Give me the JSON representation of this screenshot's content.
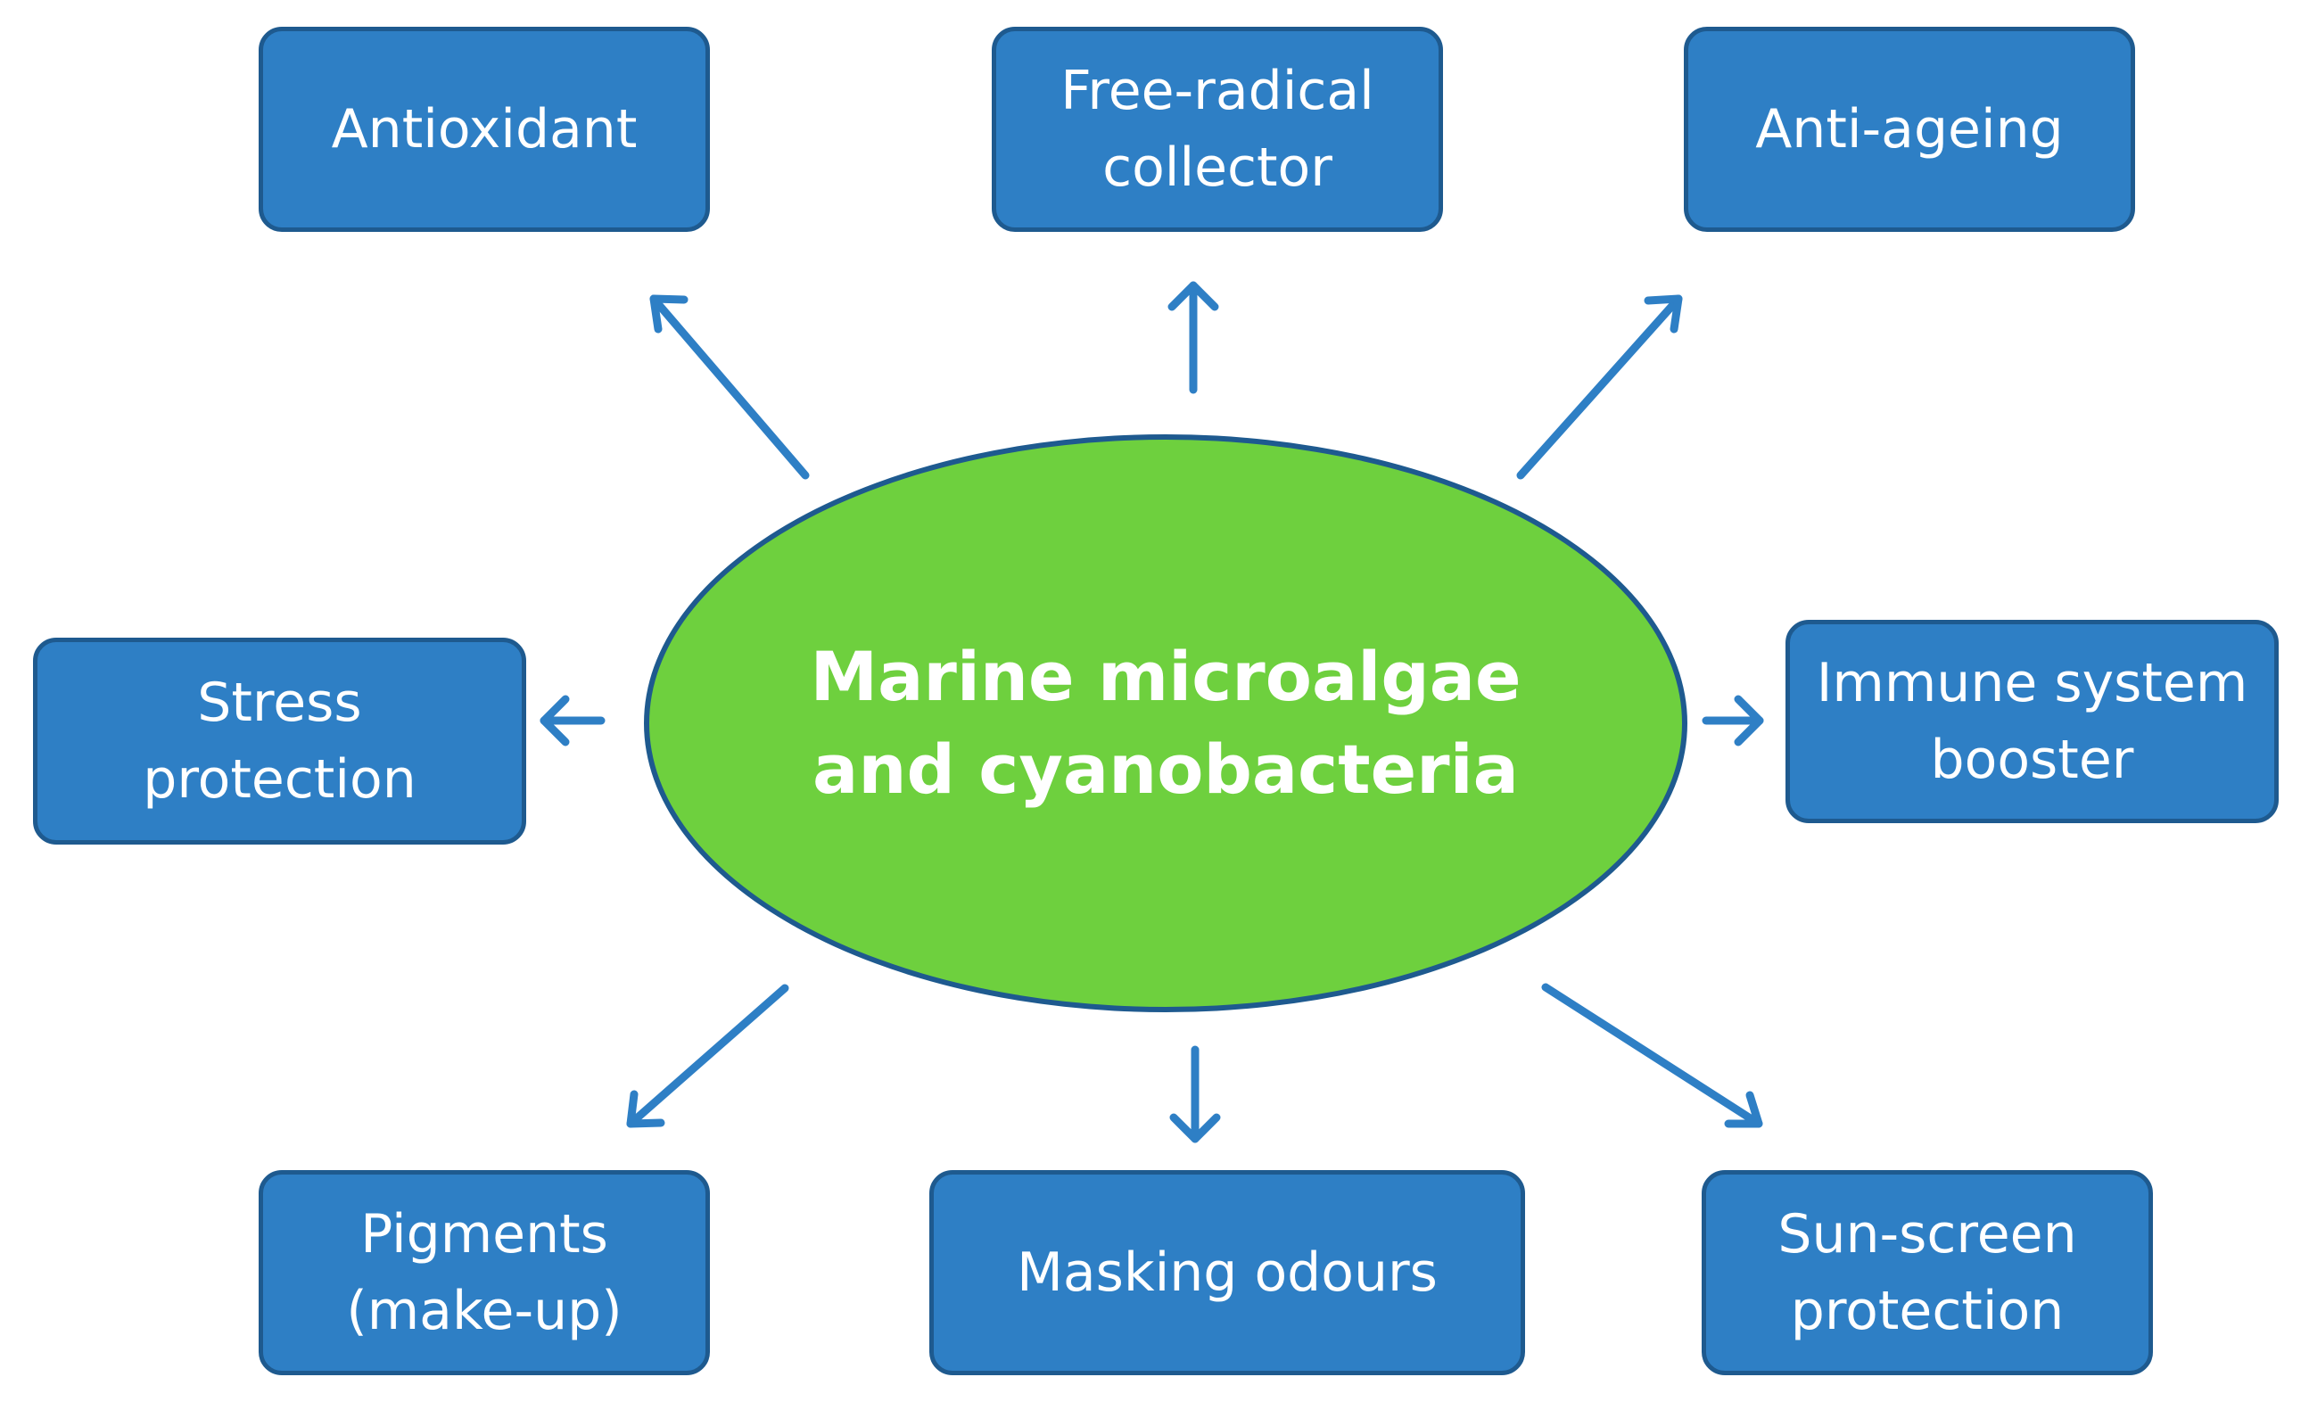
{
  "diagram": {
    "center": "Marine microalgae\nand cyanobacteria",
    "nodes": {
      "antioxidant": "Antioxidant",
      "free_radical": "Free-radical\ncollector",
      "anti_ageing": "Anti-ageing",
      "stress": "Stress\nprotection",
      "immune": "Immune system\nbooster",
      "pigments": "Pigments\n(make-up)",
      "masking": "Masking odours",
      "sunscreen": "Sun-screen\nprotection"
    },
    "colors": {
      "box_fill": "#2e7fc5",
      "box_border": "#1e5a8f",
      "hub_fill": "#6ed03e",
      "arrow": "#2e7fc5",
      "text": "#ffffff"
    }
  }
}
